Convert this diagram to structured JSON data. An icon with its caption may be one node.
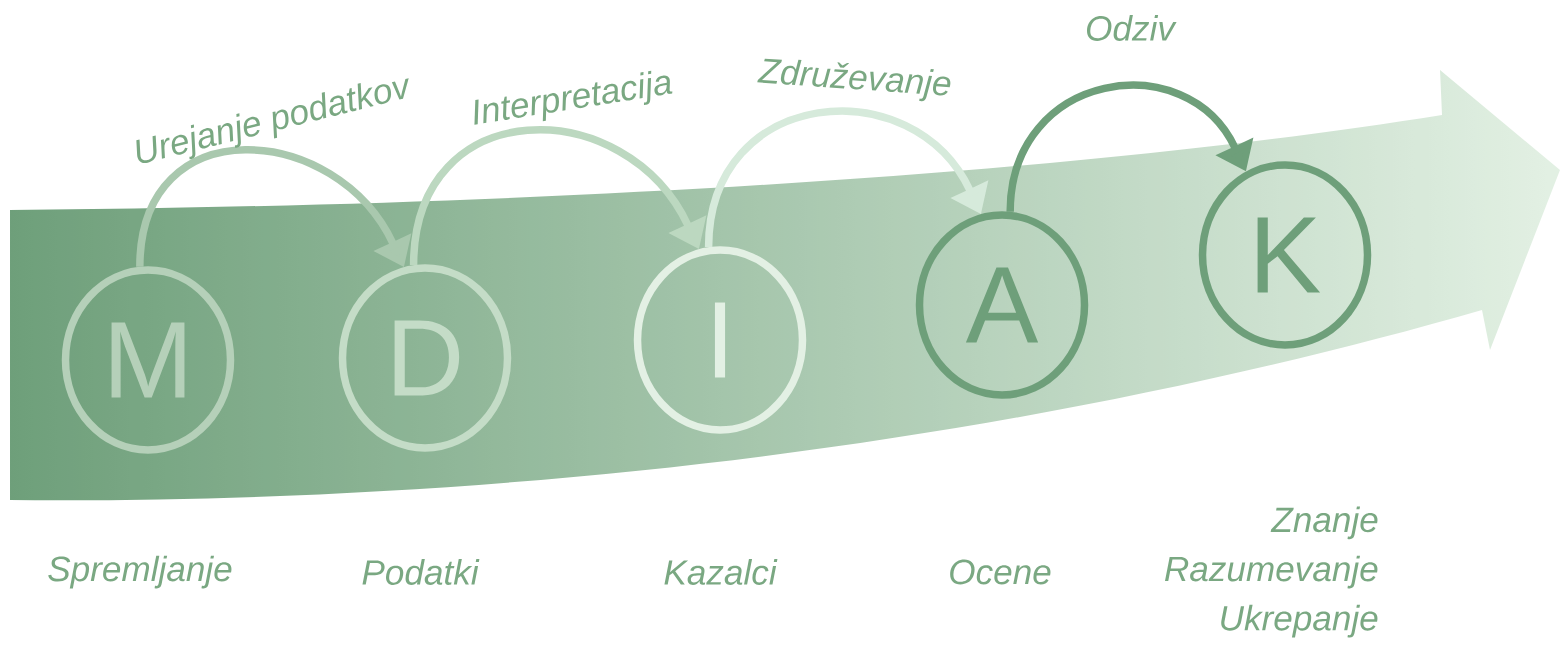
{
  "diagram": {
    "nodes": [
      {
        "text": [
          "M"
        ]
      },
      {
        "text": [
          "D"
        ]
      },
      {
        "text": [
          "I"
        ]
      },
      {
        "text": [
          "A"
        ]
      },
      {
        "text": [
          "K"
        ]
      }
    ],
    "labels": [
      "Spremljanje",
      "Podatki",
      "Kazalci",
      "Ocene",
      "Znanje Razumevanje Ukrepanje"
    ],
    "edges": [
      {
        "from": 0,
        "to": 1,
        "arrow": "to",
        "label": "Urejanje podatkov",
        "color": "#a9c8ae"
      },
      {
        "from": 1,
        "to": 2,
        "arrow": "to",
        "label": "Interpretacija",
        "color": "#bcd8c0"
      },
      {
        "from": 2,
        "to": 3,
        "arrow": "to",
        "label": "Združevanje",
        "color": "#d6eadb"
      },
      {
        "from": 3,
        "to": 4,
        "arrow": "to",
        "label": "Odziv",
        "color": "#6e9f7a"
      }
    ]
  }
}
